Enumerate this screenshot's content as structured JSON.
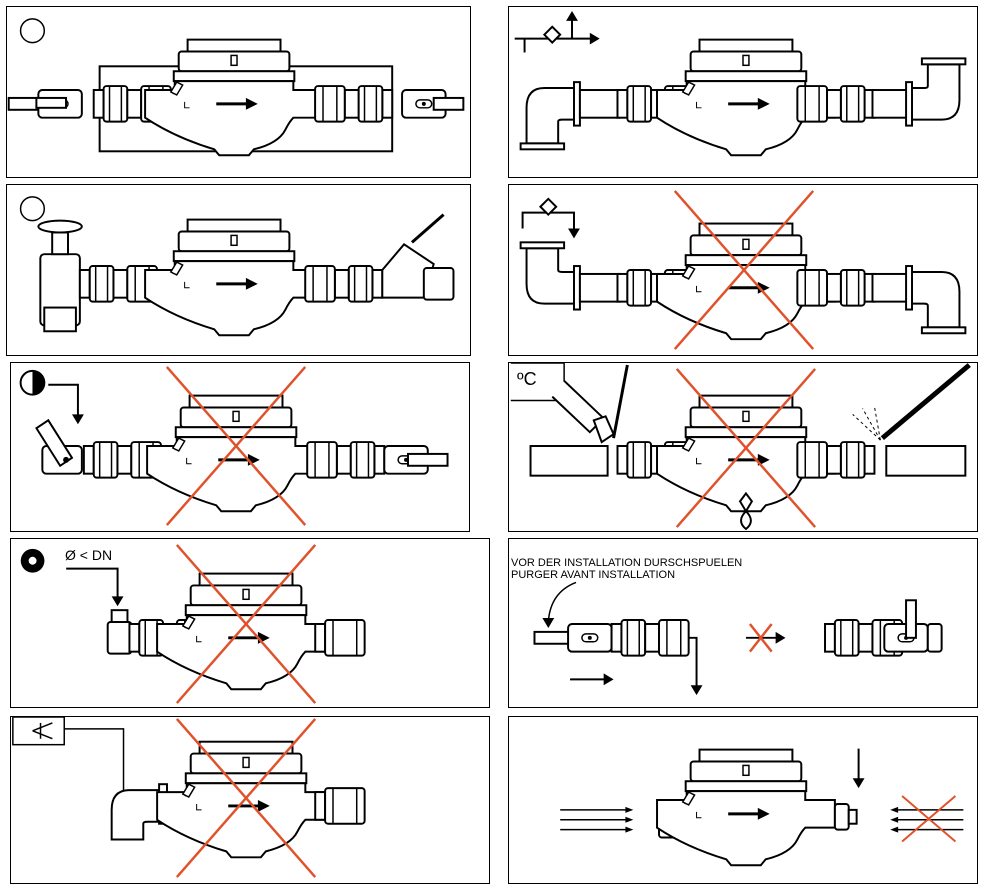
{
  "colors": {
    "line": "#000000",
    "cross": "#e0522b",
    "bg": "#ffffff"
  },
  "panels": [
    {
      "id": "p1",
      "valid": true,
      "symbol": "circle-empty"
    },
    {
      "id": "p2",
      "valid": true,
      "symbol": "gate-valve-arrow"
    },
    {
      "id": "p3",
      "valid": true,
      "symbol": "circle-empty"
    },
    {
      "id": "p4",
      "valid": false,
      "symbol": "siphon-arrow"
    },
    {
      "id": "p5",
      "valid": false,
      "symbol": "half-circle"
    },
    {
      "id": "p6",
      "valid": false,
      "symbol": "temperature",
      "label": "ºC"
    },
    {
      "id": "p7",
      "valid": false,
      "symbol": "filled-circle",
      "label": "Ø < DN"
    },
    {
      "id": "p8",
      "valid": true,
      "text": [
        "VOR DER INSTALLATION DURSCHSPUELEN",
        "PURGER AVANT INSTALLATION"
      ]
    },
    {
      "id": "p9",
      "valid": false,
      "symbol": "angle"
    },
    {
      "id": "p10",
      "valid": true,
      "symbol": "flow-lines"
    }
  ]
}
